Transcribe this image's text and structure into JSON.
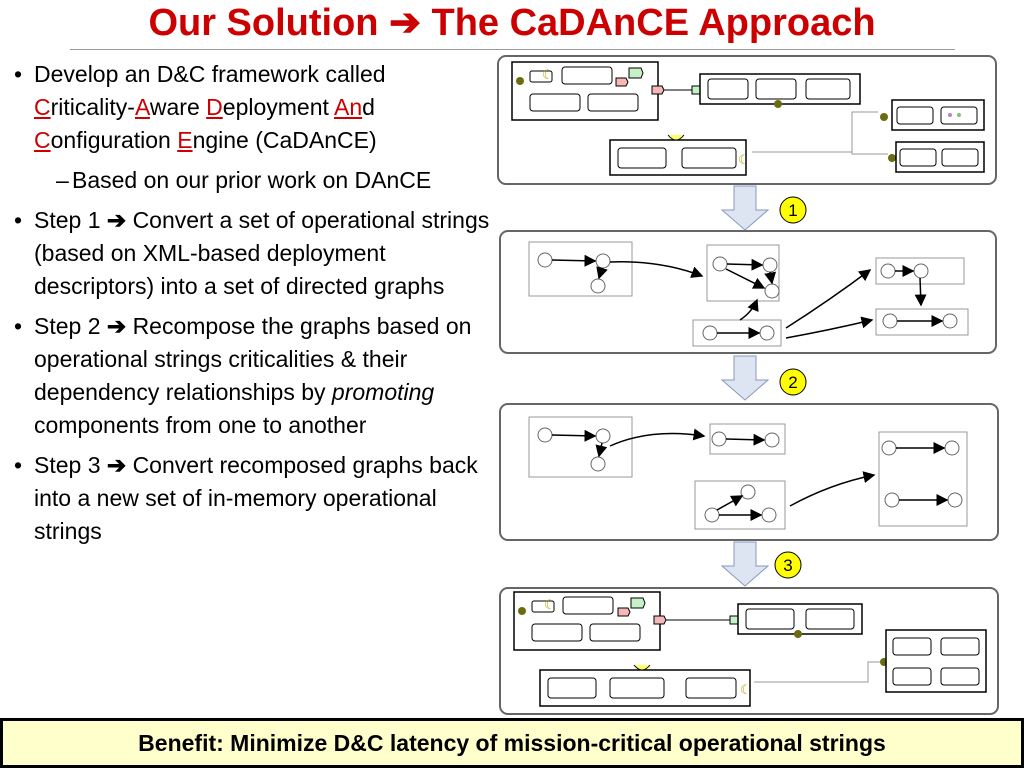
{
  "slide": {
    "title_left": "Our Solution",
    "title_arrow": "➔",
    "title_right": "The CaDAnCE Approach",
    "bullets": {
      "b1": {
        "intro": "Develop an D&C framework called",
        "c1": "C",
        "w1": "riticality-",
        "c2": "A",
        "w2": "ware ",
        "c3": "D",
        "w3": "eployment ",
        "c4": "An",
        "w4": "d",
        "c5": "C",
        "w5": "onfiguration ",
        "c6": "E",
        "w6": "ngine (CaDAnCE)"
      },
      "b1_sub": "Based on our prior work on DAnCE",
      "b2": {
        "lead": "Step 1",
        "arrow": "➔",
        "text": "Convert a set of operational strings (based on XML-based deployment descriptors) into a set of directed graphs"
      },
      "b3": {
        "lead": "Step 2",
        "arrow": "➔",
        "text_a": "Recompose the graphs based on operational strings criticalities & their dependency relationships by ",
        "text_em": "promoting",
        "text_b": " components from one to another"
      },
      "b4": {
        "lead": "Step 3",
        "arrow": "➔",
        "text": "Convert recomposed graphs back into a new set of in-memory operational strings"
      }
    },
    "benefit": "Benefit: Minimize D&C latency of mission-critical operational strings"
  },
  "diagram": {
    "step_labels": [
      "1",
      "2",
      "3"
    ],
    "colors": {
      "panel_stroke": "#666666",
      "arrow_fill": "#dde4f2",
      "arrow_stroke": "#8899bb",
      "badge_fill": "#ffff00",
      "connector_olive": "#6b6b10",
      "port_pink": "#f4b8b8",
      "port_green": "#c6f0c6",
      "port_yellow": "#ffff66"
    }
  }
}
